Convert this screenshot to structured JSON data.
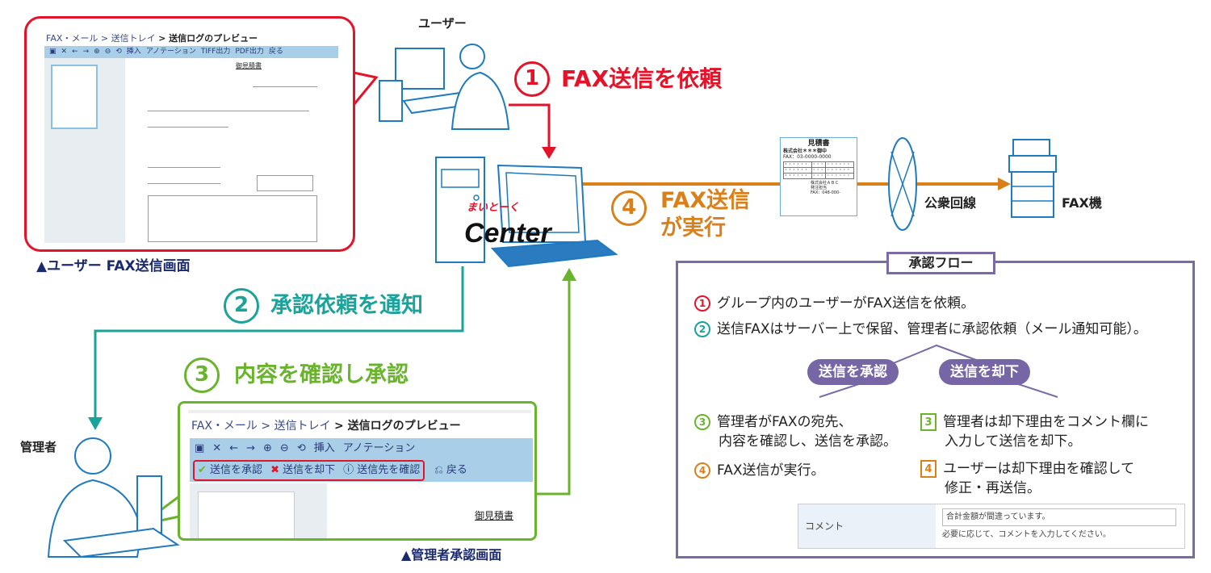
{
  "user_screen": {
    "breadcrumb": [
      "FAX・メール",
      "> 送信トレイ",
      "> 送信ログのプレビュー"
    ],
    "toolbar": [
      "挿入",
      "アノテーション",
      "TIFF出力",
      "PDF出力",
      "戻る"
    ],
    "doc_title": "御見積書",
    "caption": "▲ユーザー FAX送信画面"
  },
  "labels": {
    "user": "ユーザー",
    "manager": "管理者",
    "public_line": "公衆回線",
    "fax_machine": "FAX機",
    "logo_small": "まいとーく",
    "logo_big": "Center"
  },
  "steps": [
    {
      "num": "1",
      "text": "FAX送信を依頼",
      "color": "#e5132a"
    },
    {
      "num": "2",
      "text": "承認依頼を通知",
      "color": "#1aa39a"
    },
    {
      "num": "3",
      "text": "内容を確認し承認",
      "color": "#6ab42d"
    },
    {
      "num": "4",
      "text_line1": "FAX送信",
      "text_line2": "が実行",
      "color": "#d9801b"
    }
  ],
  "fax_doc": {
    "title": "見積書",
    "to": "株式会社＊＊＊御中",
    "fax": "FAX：03-0000-0000",
    "cells": [
      "・・・・・・",
      "・・・",
      "・・・・・・"
    ],
    "from1": "株式会社ＡＢＣ",
    "from2": "発注担当",
    "from_fax": "FAX：048-000-"
  },
  "admin_screen": {
    "breadcrumb": [
      "FAX・メール",
      "> 送信トレイ",
      "> 送信ログのプレビュー"
    ],
    "toolbar": [
      "挿入",
      "アノテーション"
    ],
    "actions": [
      "送信を承認",
      "送信を却下",
      "送信先を確認",
      "戻る"
    ],
    "doc_title": "御見積書",
    "caption": "▲管理者承認画面"
  },
  "flow": {
    "title": "承認フロー",
    "items": [
      {
        "num": "1",
        "text": "グループ内のユーザーがFAX送信を依頼。"
      },
      {
        "num": "2",
        "text": "送信FAXはサーバー上で保留、管理者に承認依頼（メール通知可能）。"
      }
    ],
    "approve_label": "送信を承認",
    "reject_label": "送信を却下",
    "approve_steps": [
      {
        "num": "3",
        "line1": "管理者がFAXの宛先、",
        "line2": "内容を確認し、送信を承認。"
      },
      {
        "num": "4",
        "line1": "FAX送信が実行。"
      }
    ],
    "reject_steps": [
      {
        "num": "3",
        "line1": "管理者は却下理由をコメント欄に",
        "line2": "入力して送信を却下。"
      },
      {
        "num": "4",
        "line1": "ユーザーは却下理由を確認して",
        "line2": "修正・再送信。"
      }
    ],
    "comment": {
      "label": "コメント",
      "value": "合計金額が間違っています。",
      "hint": "必要に応じて、コメントを入力してください。"
    }
  }
}
